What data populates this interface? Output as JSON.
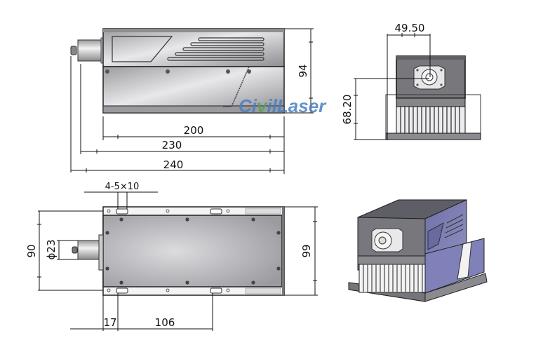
{
  "watermark": {
    "text_pre": "Ci",
    "text_mid": "v",
    "text_post": "ilLaser",
    "color": "#4a7fc0"
  },
  "side_view": {
    "dimensions": {
      "height": "94",
      "body_length": "200",
      "length_with_base": "230",
      "overall_length": "240"
    }
  },
  "front_view": {
    "dimensions": {
      "aperture_horizontal": "49.50",
      "aperture_height": "68.20"
    }
  },
  "top_view": {
    "dimensions": {
      "slot": "4-5×10",
      "mount_spacing": "90",
      "aperture_diameter": "ϕ23",
      "width": "99",
      "slot_offset": "17",
      "slot_pitch": "106"
    }
  },
  "iso_view": {
    "body_color": "#7d7fb0",
    "top_color": "#5e5e66",
    "front_color": "#77777d"
  },
  "colors": {
    "line": "#111111",
    "body_gray": "#a9a9ad",
    "panel_light": "#d9d9dc"
  }
}
